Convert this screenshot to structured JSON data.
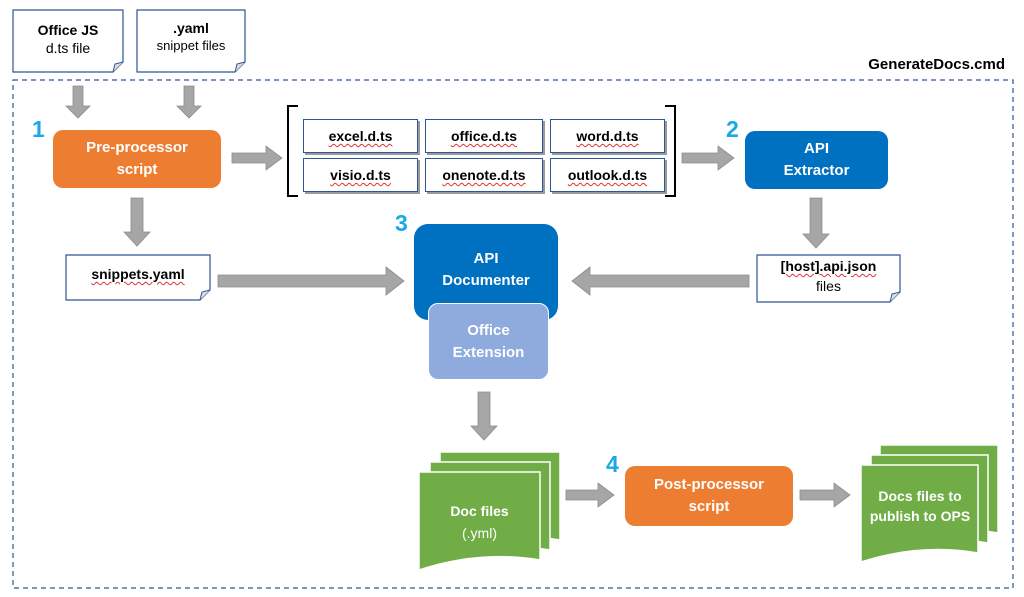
{
  "script_label": "GenerateDocs.cmd",
  "inputs": {
    "office_js": {
      "title": "Office JS",
      "sub": "d.ts file"
    },
    "yaml": {
      "title": ".yaml",
      "sub": "snippet files"
    }
  },
  "steps": {
    "s1": {
      "number": "1",
      "label": "Pre-processor script"
    },
    "s2": {
      "number": "2",
      "label": "API Extractor"
    },
    "s3": {
      "number": "3",
      "label": "API Documenter"
    },
    "s4": {
      "number": "4",
      "label": "Post-processor script"
    }
  },
  "dts_files": [
    "excel.d.ts",
    "office.d.ts",
    "word.d.ts",
    "visio.d.ts",
    "onenote.d.ts",
    "outlook.d.ts"
  ],
  "snippets_file": "snippets.yaml",
  "api_json": {
    "title": "[host].api.json",
    "sub": "files"
  },
  "office_extension": "Office Extension",
  "doc_files": {
    "title": "Doc files",
    "sub": "(.yml)"
  },
  "publish_files": "Docs files to publish to OPS",
  "colors": {
    "orange": "#ed7d31",
    "blue": "#0070c0",
    "light_blue": "#8faadc",
    "green": "#70ad47",
    "number": "#19a9e6",
    "dashed_border": "#2f5597",
    "arrow": "#a6a6a6"
  }
}
